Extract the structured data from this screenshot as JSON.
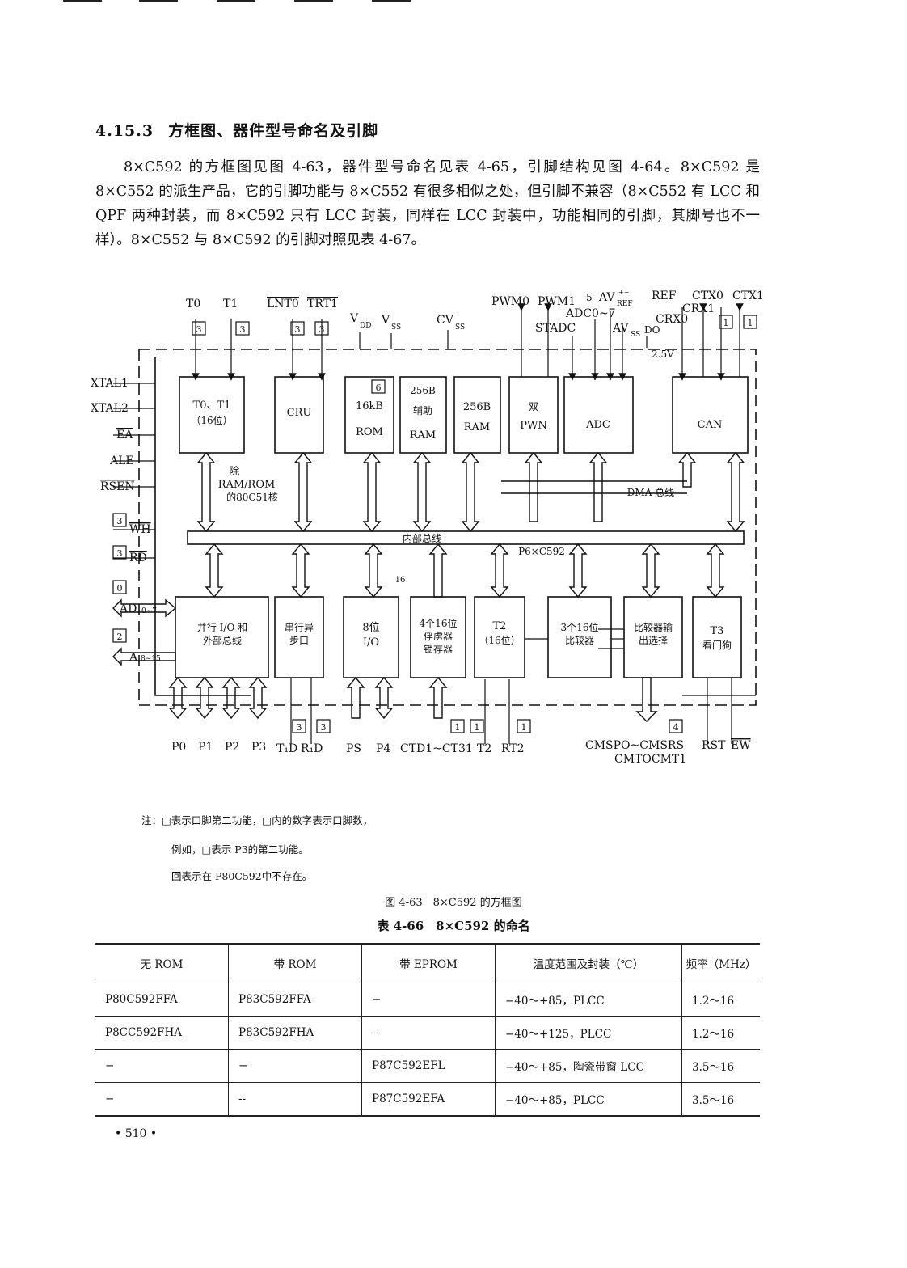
{
  "section": {
    "number": "4.15.3",
    "title": "方框图、器件型号命名及引脚"
  },
  "paragraph": "8×C592 的方框图见图 4-63，器件型号命名见表 4-65，引脚结构见图 4-64。8×C592 是 8×C552 的派生产品，它的引脚功能与 8×C552 有很多相似之处，但引脚不兼容（8×C552 有 LCC 和 QPF 两种封装，而 8×C592 只有 LCC 封装，同样在 LCC 封装中，功能相同的引脚，其脚号也不一样）。8×C552 与 8×C592 的引脚对照见表 4-67。",
  "diagram": {
    "top_pins": {
      "t0": "T0",
      "t1": "T1",
      "int0": "LNT0",
      "int1": "TRT1",
      "vdd": "V",
      "vdd_sub": "DD",
      "vss": "V",
      "vss_sub": "SS",
      "cvss": "CV",
      "cvss_sub": "SS",
      "pwm0": "PWM0",
      "pwm1": "PWM1",
      "num5": "5",
      "avref": "AV",
      "avref_sup": "+−",
      "avref_sub": "REF",
      "ref": "REF",
      "ctx0": "CTX0",
      "ctx1": "CTX1",
      "crx1": "CRX1",
      "crx0": "CRX0",
      "adc07": "ADC0~7",
      "stadc": "STADC",
      "avss": "AV",
      "avss_sub": "SS",
      "do": "DO",
      "v25": "2.5V"
    },
    "badges": {
      "b3": "3",
      "b1": "1",
      "b6": "6",
      "b0": "0",
      "b2": "2",
      "b4": "4"
    },
    "left_pins": {
      "xtal1": "XTAL1",
      "xtal2": "XTAL2",
      "ea": "EA",
      "ale": "ALE",
      "psen": "RSEN",
      "wr": "WH",
      "rd": "RD",
      "ad07": "AD",
      "ad07_sub": "0~7",
      "a815": "A",
      "a815_sub": "8~15"
    },
    "blocks": {
      "timers_l1": "T0、T1",
      "timers_l2": "（16位）",
      "cru": "CRU",
      "rom_l1": "16kB",
      "rom_l2": "ROM",
      "aux_ram_l1": "256B",
      "aux_ram_l2": "辅助",
      "aux_ram_l3": "RAM",
      "ram_l1": "256B",
      "ram_l2": "RAM",
      "pwm_l1": "双",
      "pwm_l2": "PWN",
      "adc": "ADC",
      "can": "CAN",
      "core_l1": "除",
      "core_l2": "RAM/ROM",
      "core_l3": "的80C51核",
      "dma": "DMA 总线",
      "internal_bus": "内部总线",
      "p6": "P6×C592",
      "pio_l1": "并行 I/O 和",
      "pio_l2": "外部总线",
      "serial_l1": "串行异",
      "serial_l2": "步口",
      "io8_l1": "8位",
      "io8_l2": "I/O",
      "capture_l1": "4个16位",
      "capture_l2": "俘虏器",
      "capture_l3": "锁存器",
      "t2_l1": "T2",
      "t2_l2": "（16位）",
      "comp_l1": "3个16位",
      "comp_l2": "比较器",
      "compsel_l1": "比较器输",
      "compsel_l2": "出选择",
      "wd_l1": "T3",
      "wd_l2": "看门狗",
      "bus16": "16"
    },
    "bottom_pins": {
      "p0": "P0",
      "p1": "P1",
      "p2": "P2",
      "p3": "P3",
      "txd": "T₁D",
      "rxd": "R₁D",
      "p5": "PS",
      "p4": "P4",
      "ctdi": "CTD1~CT31",
      "t2": "T2",
      "rt2": "RT2",
      "cmsr": "CMSPO~CMSRS",
      "rst": "RST",
      "ew": "EW",
      "cmt": "CMTOCMT1"
    }
  },
  "notes": {
    "line1": "注：□表示口脚第二功能，□内的数字表示口脚数，",
    "line2": "例如，□表示 P3的第二功能。",
    "line3": "回表示在 P80C592中不存在。"
  },
  "figure_caption": "图 4-63　8×C592 的方框图",
  "table": {
    "title": "表 4-66　8×C592 的命名",
    "headers": [
      "无 ROM",
      "带 ROM",
      "带 EPROM",
      "温度范围及封装（℃）",
      "频率（MHz）"
    ],
    "rows": [
      [
        "P80C592FFA",
        "P83C592FFA",
        "−",
        "−40～+85，PLCC",
        "1.2～16"
      ],
      [
        "P8CC592FHA",
        "P83C592FHA",
        "--",
        "−40～+125，PLCC",
        "1.2～16"
      ],
      [
        "−",
        "−",
        "P87C592EFL",
        "−40～+85，陶瓷带窗 LCC",
        "3.5～16"
      ],
      [
        "−",
        "--",
        "P87C592EFA",
        "−40～+85，PLCC",
        "3.5～16"
      ]
    ]
  },
  "page_number": "• 510 •"
}
